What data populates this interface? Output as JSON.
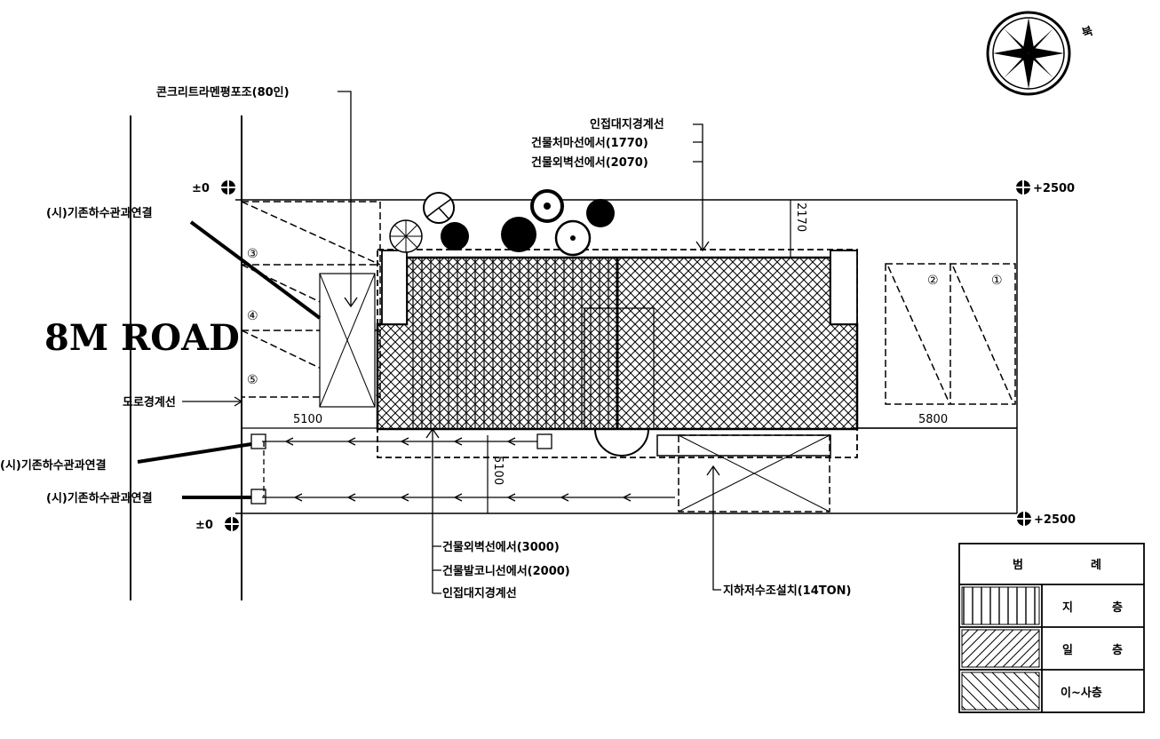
{
  "north_label": "북",
  "road_label": "8M ROAD",
  "annotations": {
    "concrete_pavement": "콘크리트라멘평포조(80인)",
    "adjacent_line": "인접대지경계선",
    "eave_line": "건물처마선에서(1770)",
    "outer_wall_line": "건물외벽선에서(2070)",
    "sewer_connect_1": "(시)기존하수관과연결",
    "sewer_connect_2": "(시)기존하수관과연결",
    "sewer_connect_3": "(시)기존하수관과연결",
    "road_boundary": "도로경계선",
    "outer_wall_3000": "건물외벽선에서(3000)",
    "balcony_2000": "건물발코니선에서(2000)",
    "adjacent_line_bottom": "인접대지경계선",
    "underground_tank": "지하저수조설치(14TON)"
  },
  "levels": {
    "top_left": "±0",
    "bottom_left": "±0",
    "top_right": "+2500",
    "bottom_right": "+2500"
  },
  "dimensions": {
    "left_5100": "5100",
    "right_5800": "5800",
    "vertical_2170": "2170",
    "vertical_5100": "5100"
  },
  "parking_numbers": [
    "①",
    "②",
    "③",
    "④",
    "⑤"
  ],
  "legend": {
    "title_left": "범",
    "title_right": "례",
    "rows": [
      {
        "left": "지",
        "right": "층"
      },
      {
        "left": "일",
        "right": "층"
      },
      {
        "text": "이~사층"
      }
    ]
  }
}
